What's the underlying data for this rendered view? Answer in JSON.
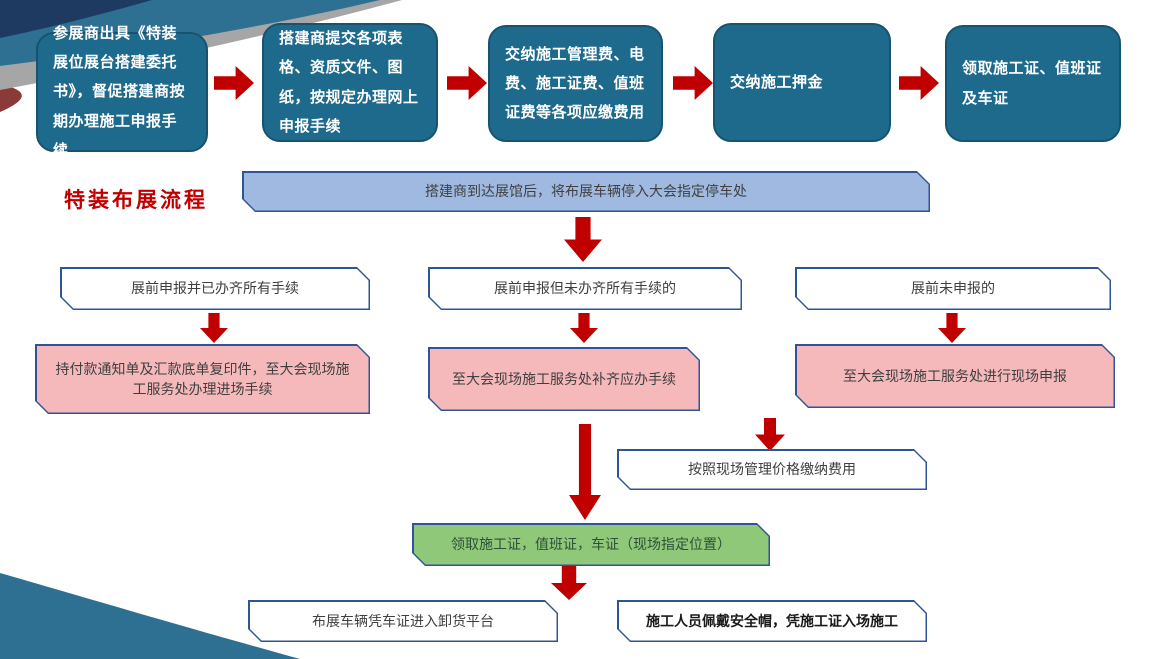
{
  "page": {
    "title_label": "特装布展流程"
  },
  "colors": {
    "box_teal": "#1E6A8C",
    "arrow_red": "#C00000",
    "banner_blue": "#9FB9E0",
    "action_pink": "#F5B9BC",
    "pass_green": "#8FC878",
    "border_navy": "#2F5597",
    "title_red": "#C00000",
    "decor_navy": "#1F3A60",
    "decor_teal": "#2E7092",
    "decor_gray": "#A6A6A6"
  },
  "top_flow": {
    "boxes": [
      "参展商出具《特装展位展台搭建委托书》，督促搭建商按期办理施工申报手续",
      "搭建商提交各项表格、资质文件、图纸，按规定办理网上申报手续",
      "交纳施工管理费、电费、施工证费、值班证费等各项应缴费用",
      "交纳施工押金",
      "领取施工证、值班证及车证"
    ]
  },
  "main_flow": {
    "banner": "搭建商到达展馆后，将布展车辆停入大会指定停车处",
    "branches": [
      "展前申报并已办齐所有手续",
      "展前申报但未办齐所有手续的",
      "展前未申报的"
    ],
    "actions": [
      "持付款通知单及汇款底单复印件，至大会现场施工服务处办理进场手续",
      "至大会现场施工服务处补齐应办手续",
      "至大会现场施工服务处进行现场申报"
    ],
    "fee": "按照现场管理价格缴纳费用",
    "pass": "领取施工证，值班证，车证（现场指定位置）",
    "bottom": [
      "布展车辆凭车证进入卸货平台",
      "施工人员佩戴安全帽，凭施工证入场施工"
    ]
  }
}
